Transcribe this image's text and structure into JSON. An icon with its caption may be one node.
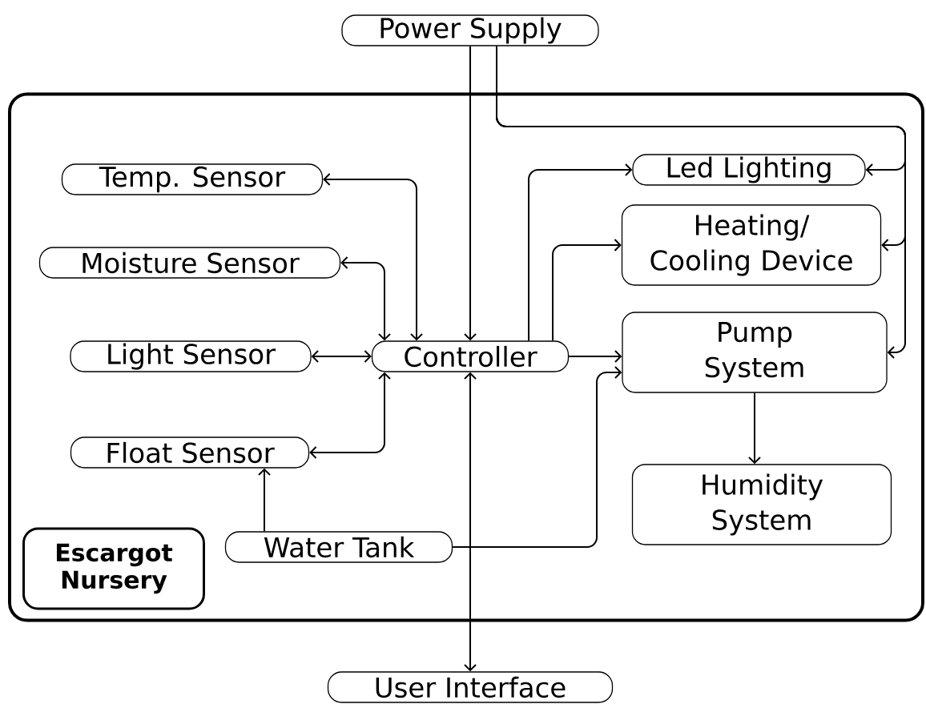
{
  "diagram": {
    "nodes": [
      {
        "text": [],
        "shape": "box"
      },
      {
        "text": [
          "Power Supply"
        ]
      },
      {
        "text": [
          "Temp. Sensor"
        ],
        "in": 0
      },
      {
        "text": [
          "Moisture Sensor"
        ],
        "in": 0
      },
      {
        "text": [
          "Light Sensor"
        ],
        "in": 0
      },
      {
        "text": [
          "Float Sensor"
        ],
        "in": 0
      },
      {
        "text": [
          "Controller"
        ],
        "in": 0
      },
      {
        "text": [
          "Led Lighting"
        ],
        "in": 0
      },
      {
        "text": [
          "Heating/ Cooling Device"
        ],
        "in": 0
      },
      {
        "text": [
          "Pump System"
        ],
        "in": 0
      },
      {
        "text": [
          "Humidity System"
        ],
        "in": 0
      },
      {
        "text": [
          "Water Tank"
        ],
        "in": 0
      },
      {
        "text": [
          "Escargot Nursery"
        ],
        "in": 0
      },
      {
        "text": [
          "User Interface"
        ]
      }
    ],
    "edges": [
      {
        "from": 1,
        "to": 6,
        "arrow": "to"
      },
      {
        "from": 1,
        "to": 7,
        "arrow": "to"
      },
      {
        "from": 1,
        "to": 8,
        "arrow": "to"
      },
      {
        "from": 1,
        "to": 9,
        "arrow": "to"
      },
      {
        "from": 2,
        "to": 6,
        "arrow": "both"
      },
      {
        "from": 3,
        "to": 6,
        "arrow": "both"
      },
      {
        "from": 4,
        "to": 6,
        "arrow": "both"
      },
      {
        "from": 5,
        "to": 6,
        "arrow": "both"
      },
      {
        "from": 6,
        "to": 7,
        "arrow": "to"
      },
      {
        "from": 6,
        "to": 8,
        "arrow": "to"
      },
      {
        "from": 6,
        "to": 9,
        "arrow": "to"
      },
      {
        "from": 11,
        "to": 9,
        "arrow": "to"
      },
      {
        "from": 11,
        "to": 5,
        "arrow": "to"
      },
      {
        "from": 9,
        "to": 10,
        "arrow": "to"
      },
      {
        "from": 6,
        "to": 13,
        "arrow": "both"
      }
    ]
  }
}
